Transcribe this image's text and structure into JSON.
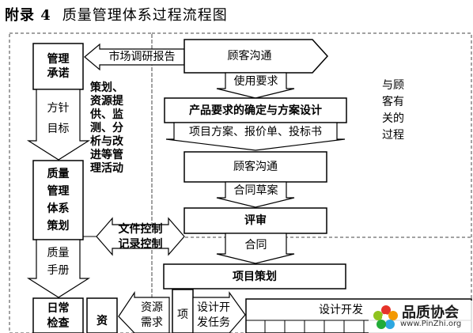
{
  "header": {
    "appendix": "附录 4",
    "title": "质量管理体系过程流程图"
  },
  "left": {
    "commitment": [
      "管理",
      "承诺"
    ],
    "policy": [
      "方针",
      "目标"
    ],
    "activities": [
      "策划、",
      "资源提",
      "供、监",
      "测、分",
      "析与改",
      "进等管",
      "理活动"
    ],
    "planning": [
      "质量",
      "管理",
      "体系",
      "策划"
    ],
    "manual": [
      "质量",
      "手册"
    ],
    "daily": [
      "日常",
      "检查"
    ],
    "resource_short": "资"
  },
  "middle": {
    "document_control": "文件控制",
    "record_control": "记录控制",
    "resource_need": [
      "资源",
      "需求"
    ],
    "item": "项",
    "design_task": [
      "设计开",
      "发任务"
    ]
  },
  "right": {
    "market_report": "市场调研报告",
    "customer_comm_1": "顾客沟通",
    "usage_req": "使用要求",
    "product_req": "产品要求的确定与方案设计",
    "outputs": "项目方案、报价单、投标书",
    "customer_comm_2": "顾客沟通",
    "contract_draft": "合同草案",
    "review": "评审",
    "contract": "合同",
    "project_planning": "项目策划",
    "design_dev": "设计开发",
    "customer_related": [
      "与顾",
      "客有",
      "关的",
      "过程"
    ]
  },
  "watermark": {
    "brand": "品质协会",
    "url": "www.PinZhi.org"
  }
}
